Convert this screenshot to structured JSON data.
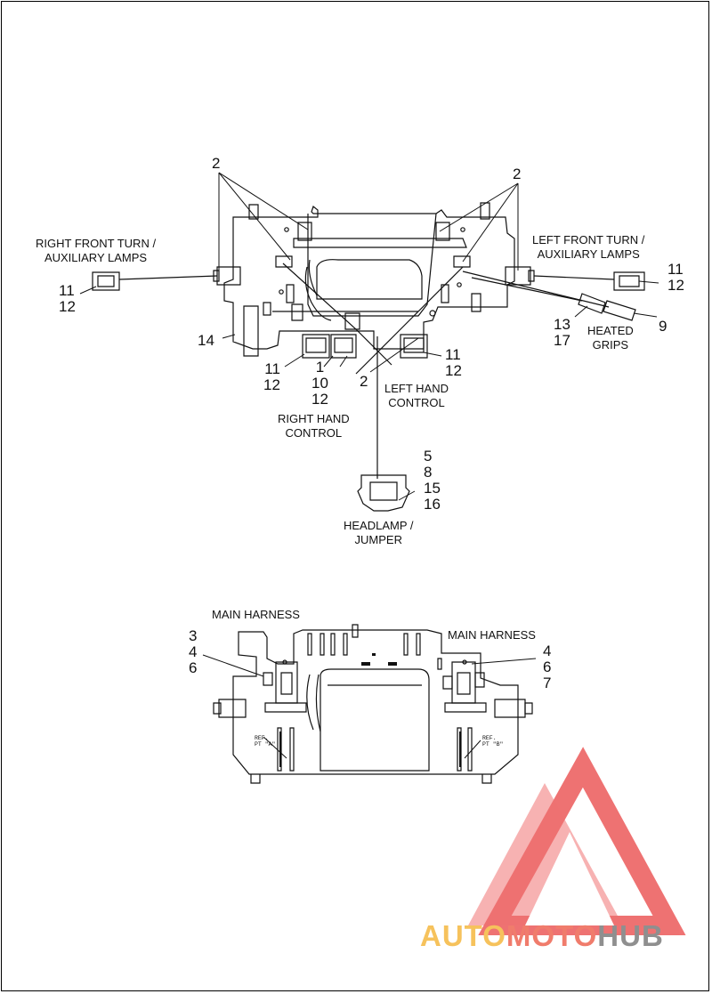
{
  "colors": {
    "line": "#111111",
    "logo_red": "#ec5a5a",
    "logo_orange": "#f6c25c",
    "logo_salmon": "#f07c6c",
    "logo_gray": "#8f8f8f"
  },
  "labels": {
    "right_front_turn": [
      "RIGHT FRONT TURN /",
      "AUXILIARY LAMPS"
    ],
    "left_front_turn": [
      "LEFT FRONT TURN /",
      "AUXILIARY LAMPS"
    ],
    "heated_grips": [
      "HEATED",
      "GRIPS"
    ],
    "left_hand_control": [
      "LEFT HAND",
      "CONTROL"
    ],
    "right_hand_control": [
      "RIGHT HAND",
      "CONTROL"
    ],
    "headlamp_jumper": [
      "HEADLAMP /",
      "JUMPER"
    ],
    "main_harness_left": "MAIN HARNESS",
    "main_harness_right": "MAIN HARNESS",
    "ref_a": [
      "REF.",
      "PT \"A\""
    ],
    "ref_b": [
      "REF.",
      "PT \"B\""
    ]
  },
  "callouts": {
    "top_left_2": "2",
    "top_right_2": "2",
    "rft_nums": [
      "11",
      "12"
    ],
    "lft_nums": [
      "11",
      "12"
    ],
    "grips_left_nums": [
      "13",
      "17"
    ],
    "grips_right_num": "9",
    "part_14": "14",
    "rhc_nums": [
      "11",
      "12"
    ],
    "rhc_mid_nums": [
      "1",
      "10",
      "12"
    ],
    "center_2": "2",
    "lhc_nums": [
      "11",
      "12"
    ],
    "headlamp_nums": [
      "5",
      "8",
      "15",
      "16"
    ],
    "main_left_nums": [
      "3",
      "4",
      "6"
    ],
    "main_right_nums": [
      "4",
      "6",
      "7"
    ]
  },
  "logo": {
    "auto": "AUTO",
    "moto": "MOTO",
    "hub": "HUB"
  }
}
